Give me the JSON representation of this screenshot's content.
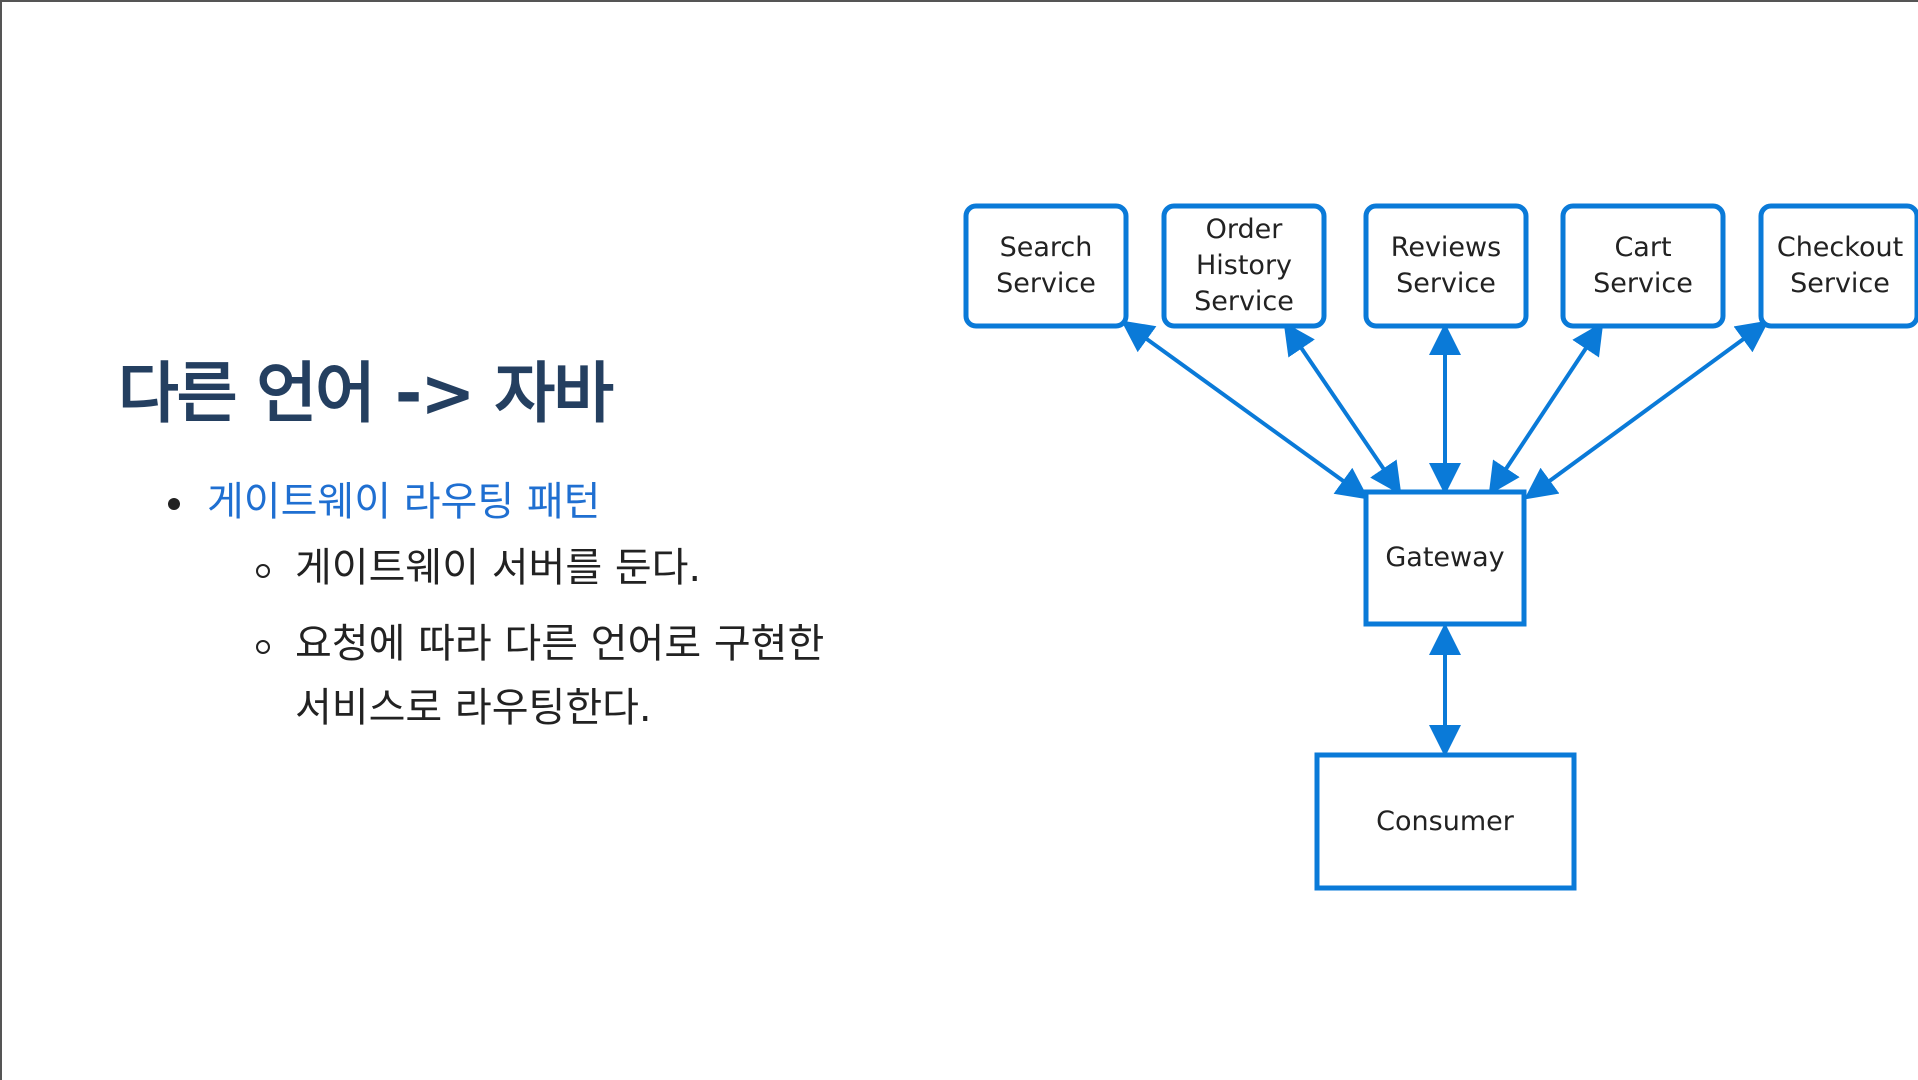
{
  "slide": {
    "title": "다른 언어 -> 자바",
    "bullet_main": "게이트웨이 라우팅 패턴",
    "sub_bullets": [
      "게이트웨이 서버를 둔다.",
      "요청에 따라 다른 언어로 구현한 서비스로 라우팅한다."
    ]
  },
  "diagram": {
    "colors": {
      "accent": "#0a7ad8",
      "text": "#222222"
    },
    "services": [
      {
        "id": "search",
        "lines": [
          "Search",
          "Service"
        ]
      },
      {
        "id": "order-history",
        "lines": [
          "Order",
          "History",
          "Service"
        ]
      },
      {
        "id": "reviews",
        "lines": [
          "Reviews",
          "Service"
        ]
      },
      {
        "id": "cart",
        "lines": [
          "Cart",
          "Service"
        ]
      },
      {
        "id": "checkout",
        "lines": [
          "Checkout",
          "Service"
        ]
      }
    ],
    "gateway": {
      "label": "Gateway"
    },
    "consumer": {
      "label": "Consumer"
    }
  }
}
